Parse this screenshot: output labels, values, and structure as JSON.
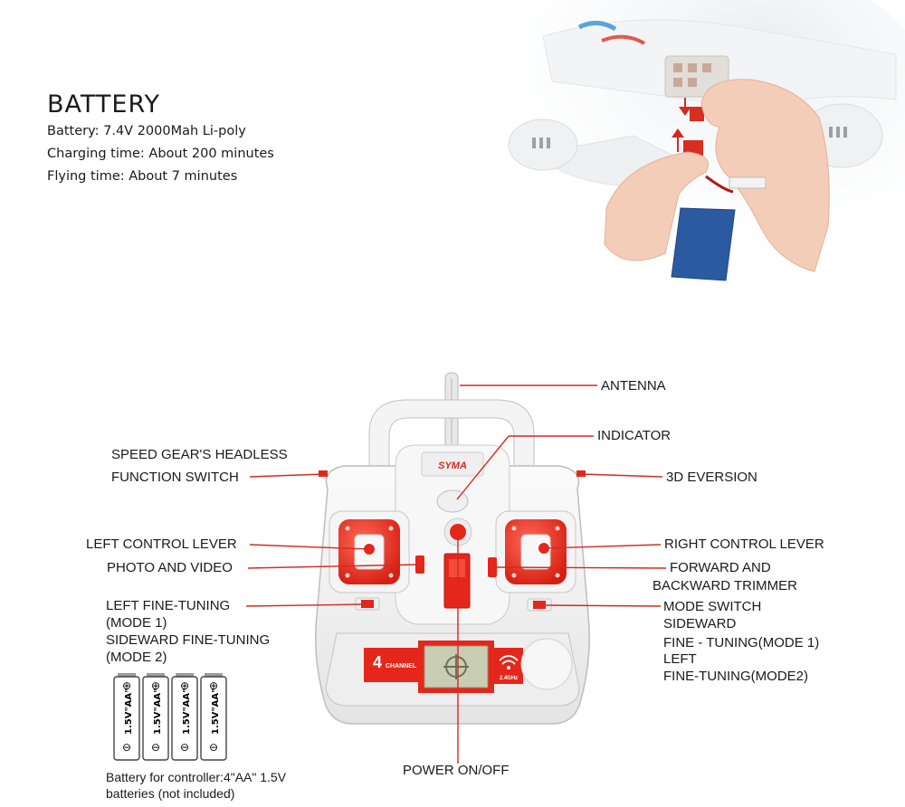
{
  "battery": {
    "title": "BATTERY",
    "specs": [
      "Battery: 7.4V 2000Mah Li-poly",
      "Charging time: About 200 minutes",
      "Flying time: About 7 minutes"
    ]
  },
  "controller": {
    "brand": "SYMA",
    "badge_number": "4",
    "badge_text": "CHANNEL",
    "wifi_text": "2.4GHz"
  },
  "labels": {
    "antenna": "ANTENNA",
    "indicator": "INDICATOR",
    "speed_gear_line1": "SPEED GEAR'S HEADLESS",
    "speed_gear_line2": "FUNCTION SWITCH",
    "eversion": "3D EVERSION",
    "left_lever": "LEFT CONTROL LEVER",
    "right_lever": "RIGHT CONTROL LEVER",
    "photo_video": "PHOTO  AND VIDEO",
    "forward_line1": "FORWARD AND",
    "forward_line2": "BACKWARD TRIMMER",
    "left_fine_1": "LEFT FINE-TUNING",
    "left_fine_2": "(MODE 1)",
    "left_fine_3": "SIDEWARD FINE-TUNING",
    "left_fine_4": "(MODE 2)",
    "mode_1": "MODE SWITCH",
    "mode_2": "SIDEWARD",
    "mode_3": "FINE - TUNING(MODE 1)",
    "mode_4": "LEFT",
    "mode_5": "FINE-TUNING(MODE2)",
    "power": "POWER ON/OFF"
  },
  "aa_battery": {
    "label": "1.5V\"AA\"",
    "count": 4,
    "note_line1": "Battery for controller:4\"AA\" 1.5V",
    "note_line2": "batteries (not included)"
  },
  "colors": {
    "accent_red": "#e0281e",
    "leader_red": "#d42a20",
    "body_white": "#f3f3f3"
  }
}
